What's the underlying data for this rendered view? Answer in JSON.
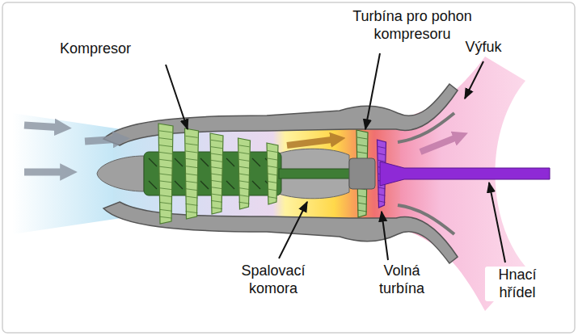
{
  "diagram": {
    "labels": [
      "Kompresor",
      "Turbína pro pohon kompresoru",
      "Výfuk",
      "Spalovací komora",
      "Volná turbína",
      "Hnací hřídel"
    ]
  }
}
